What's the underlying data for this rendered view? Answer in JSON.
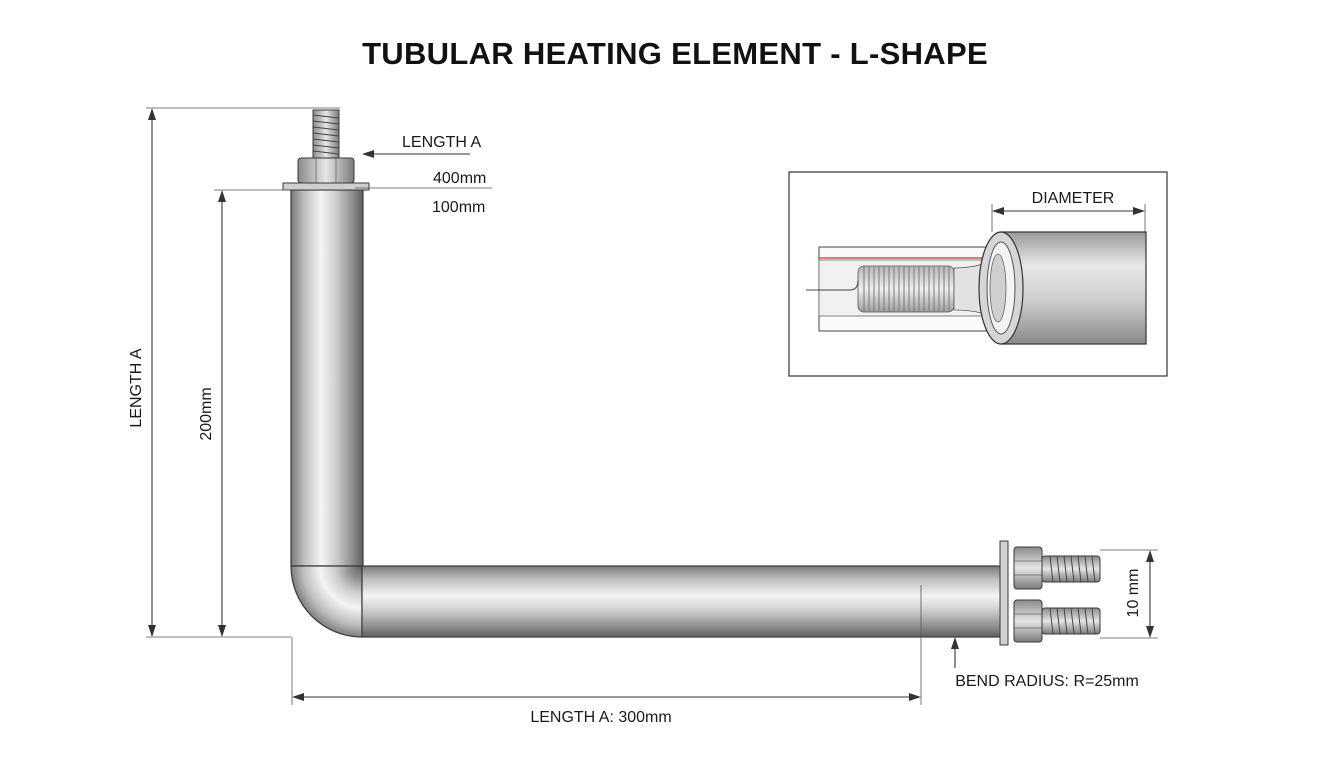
{
  "title": "TUBULAR HEATING ELEMENT - L-SHAPE",
  "labels": {
    "length_a_top": "LENGTH A",
    "dim_400": "400mm",
    "dim_100": "100mm",
    "length_a_left": "LENGTH A",
    "dim_200": "200mm",
    "length_a_bottom": "LENGTH A: 300mm",
    "dim_10": "10 mm",
    "bend_radius": "BEND RADIUS: R=25mm",
    "diameter": "DIAMETER"
  },
  "colors": {
    "tube_light": "#f2f2f2",
    "tube_mid": "#bfbfbf",
    "tube_dark": "#6e6e6e",
    "wire_red": "#c0392b",
    "line": "#333333"
  }
}
